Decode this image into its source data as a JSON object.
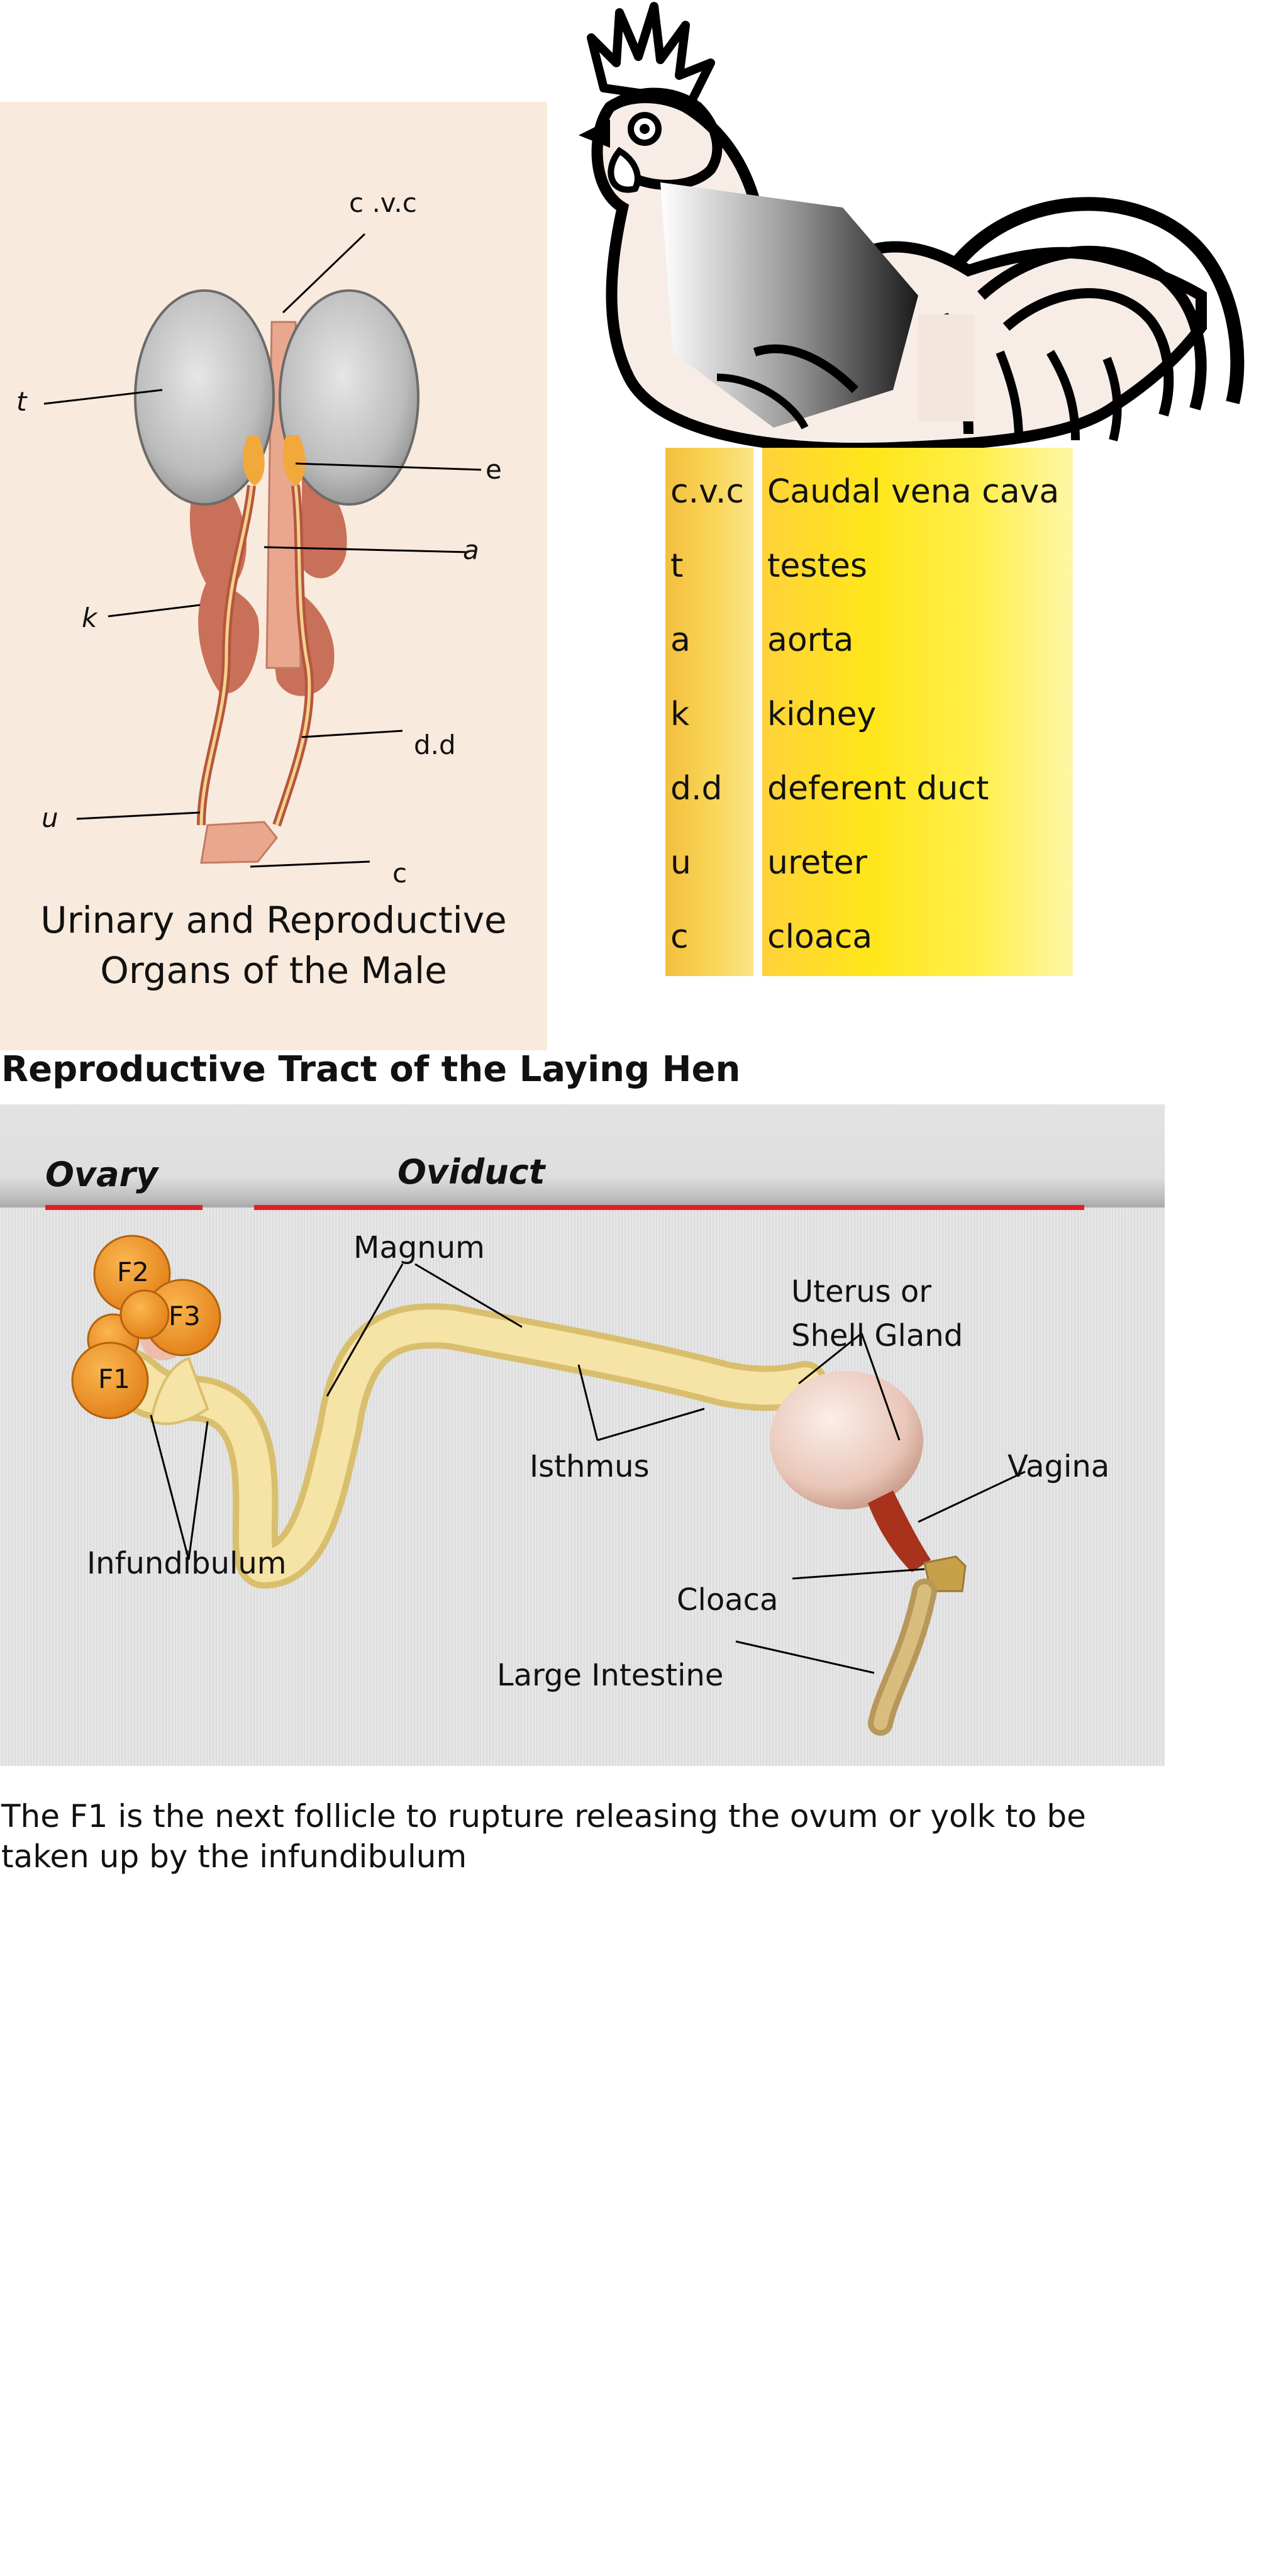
{
  "male": {
    "labels": {
      "cvc": "c .v.c",
      "t": "t",
      "e": "e",
      "a": "a",
      "k": "k",
      "dd": "d.d",
      "u": "u",
      "c": "c"
    },
    "caption_line1": "Urinary and Reproductive",
    "caption_line2": "Organs of the Male"
  },
  "legend": [
    {
      "key": "c.v.c",
      "value": "Caudal vena cava"
    },
    {
      "key": "t",
      "value": "testes"
    },
    {
      "key": "a",
      "value": "aorta"
    },
    {
      "key": "k",
      "value": "kidney"
    },
    {
      "key": "d.d",
      "value": "deferent duct"
    },
    {
      "key": "u",
      "value": "ureter"
    },
    {
      "key": "c",
      "value": "cloaca"
    }
  ],
  "hen": {
    "title": "Reproductive Tract of the Laying Hen",
    "header": {
      "ovary": "Ovary",
      "oviduct": "Oviduct"
    },
    "follicles": {
      "f1": "F1",
      "f2": "F2",
      "f3": "F3"
    },
    "labels": {
      "magnum": "Magnum",
      "uterus_line1": "Uterus or",
      "uterus_line2": "Shell Gland",
      "isthmus": "Isthmus",
      "vagina": "Vagina",
      "infundibulum": "Infundibulum",
      "cloaca": "Cloaca",
      "large_intestine": "Large Intestine"
    }
  },
  "note": "The F1 is the next follicle to rupture releasing the ovum or yolk to be taken up by the infundibulum",
  "colors": {
    "male_panel_bg": "#f8eadc",
    "kidney": "#c8705a",
    "testis": "#c9c9c9",
    "follicle": "#f29a2e",
    "oviduct": "#f2d98a",
    "red_rule": "#e0202a"
  }
}
